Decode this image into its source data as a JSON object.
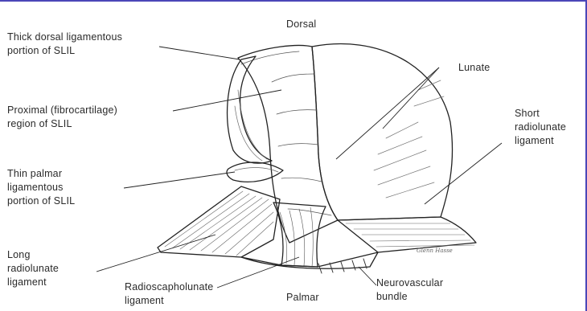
{
  "labels": {
    "dorsal": "Dorsal",
    "palmar": "Palmar",
    "thick_dorsal": "Thick dorsal ligamentous\nportion of SLIL",
    "proximal": "Proximal (fibrocartilage)\nregion of SLIL",
    "thin_palmar": "Thin palmar\nligamentous\nportion of SLIL",
    "long_radiolunate": "Long\nradiolunate\nligament",
    "radioscapholunate": "Radioscapholunate\nligament",
    "lunate": "Lunate",
    "short_radiolunate": "Short\nradiolunate\nligament",
    "neurovascular": "Neurovascular\nbundle"
  },
  "colors": {
    "frame_accent": "#4a46b8",
    "ink": "#2a2a2a"
  },
  "signature": "Glenn Hasse"
}
